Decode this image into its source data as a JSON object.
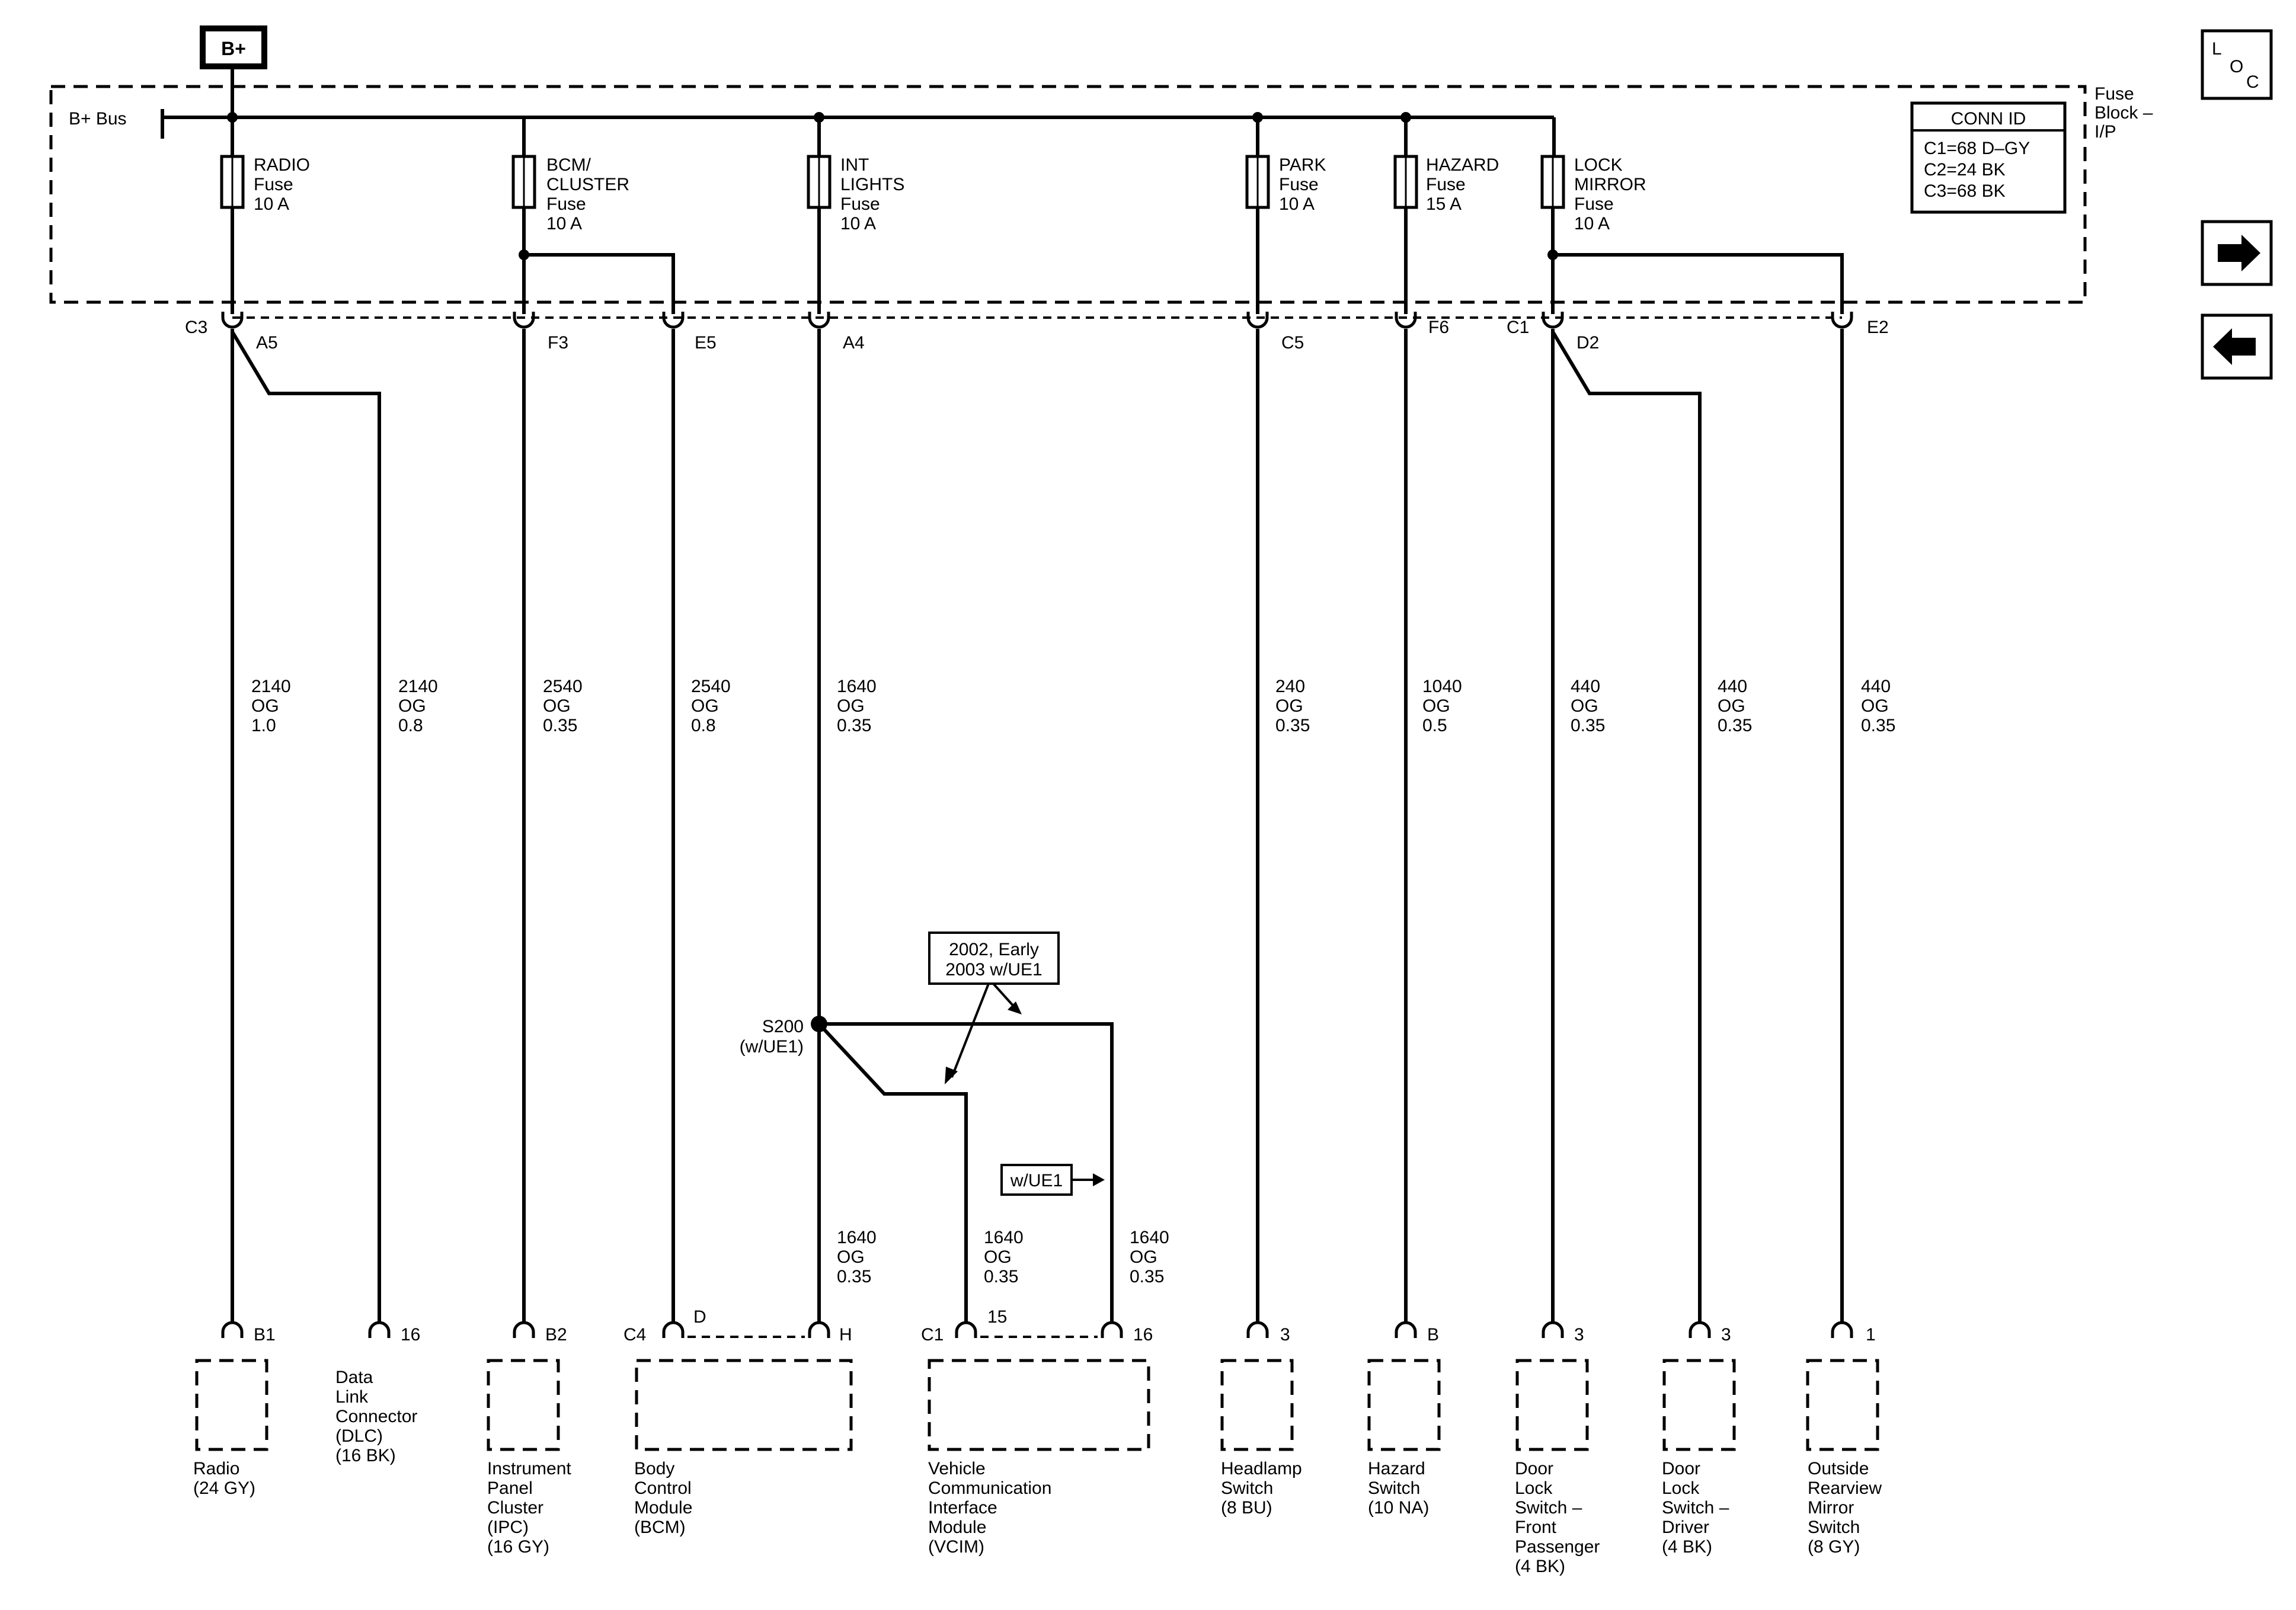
{
  "power": {
    "label": "B+",
    "bus_label": "B+ Bus"
  },
  "fuse_block": {
    "label_lines": [
      "Fuse",
      "Block –",
      "I/P"
    ]
  },
  "conn_id": {
    "title": "CONN ID",
    "lines": [
      "C1=68 D–GY",
      "C2=24 BK",
      "C3=68 BK"
    ]
  },
  "nav": {
    "loc": [
      "L",
      "O",
      "C"
    ]
  },
  "fuses": [
    {
      "name": [
        "RADIO",
        "Fuse",
        "10 A"
      ]
    },
    {
      "name": [
        "BCM/",
        "CLUSTER",
        "Fuse",
        "10 A"
      ]
    },
    {
      "name": [
        "INT",
        "LIGHTS",
        "Fuse",
        "10 A"
      ]
    },
    {
      "name": [
        "PARK",
        "Fuse",
        "10 A"
      ]
    },
    {
      "name": [
        "HAZARD",
        "Fuse",
        "15 A"
      ]
    },
    {
      "name": [
        "LOCK",
        "MIRROR",
        "Fuse",
        "10 A"
      ]
    }
  ],
  "top_pins": {
    "c3": "C3",
    "a5": "A5",
    "f3": "F3",
    "e5": "E5",
    "a4": "A4",
    "c5": "C5",
    "f6": "F6",
    "c1": "C1",
    "d2": "D2",
    "e2": "E2"
  },
  "wires": [
    {
      "circuit": [
        "2140",
        "OG",
        "1.0"
      ]
    },
    {
      "circuit": [
        "2140",
        "OG",
        "0.8"
      ]
    },
    {
      "circuit": [
        "2540",
        "OG",
        "0.35"
      ]
    },
    {
      "circuit": [
        "2540",
        "OG",
        "0.8"
      ]
    },
    {
      "circuit": [
        "1640",
        "OG",
        "0.35"
      ]
    },
    {
      "circuit": [
        "240",
        "OG",
        "0.35"
      ]
    },
    {
      "circuit": [
        "1040",
        "OG",
        "0.5"
      ]
    },
    {
      "circuit": [
        "440",
        "OG",
        "0.35"
      ]
    },
    {
      "circuit": [
        "440",
        "OG",
        "0.35"
      ]
    },
    {
      "circuit": [
        "440",
        "OG",
        "0.35"
      ]
    }
  ],
  "lower_wires": [
    {
      "circuit": [
        "1640",
        "OG",
        "0.35"
      ]
    },
    {
      "circuit": [
        "1640",
        "OG",
        "0.35"
      ]
    },
    {
      "circuit": [
        "1640",
        "OG",
        "0.35"
      ]
    }
  ],
  "splice": {
    "label": "S200",
    "sub": "(w/UE1)"
  },
  "option_note": {
    "lines": [
      "2002, Early",
      "2003 w/UE1"
    ]
  },
  "wue1": {
    "label": "w/UE1"
  },
  "bottom_pins": {
    "radio": "B1",
    "dlc": "16",
    "ipc": "B2",
    "bcm_c": "C4",
    "bcm_d": "D",
    "bcm_h": "H",
    "vcim_c": "C1",
    "vcim_15": "15",
    "vcim_16": "16",
    "headlamp": "3",
    "hazard": "B",
    "door_fp": "3",
    "door_d": "3",
    "mirror": "1"
  },
  "components": {
    "radio": [
      "Radio",
      "(24 GY)"
    ],
    "dlc": [
      "Data",
      "Link",
      "Connector",
      "(DLC)",
      "(16 BK)"
    ],
    "ipc": [
      "Instrument",
      "Panel",
      "Cluster",
      "(IPC)",
      "(16 GY)"
    ],
    "bcm": [
      "Body",
      "Control",
      "Module",
      "(BCM)"
    ],
    "vcim": [
      "Vehicle",
      "Communication",
      "Interface",
      "Module",
      "(VCIM)"
    ],
    "headlamp": [
      "Headlamp",
      "Switch",
      "(8 BU)"
    ],
    "hazard": [
      "Hazard",
      "Switch",
      "(10 NA)"
    ],
    "door_fp": [
      "Door",
      "Lock",
      "Switch –",
      "Front",
      "Passenger",
      "(4 BK)"
    ],
    "door_d": [
      "Door",
      "Lock",
      "Switch –",
      "Driver",
      "(4 BK)"
    ],
    "mirror": [
      "Outside",
      "Rearview",
      "Mirror",
      "Switch",
      "(8 GY)"
    ]
  }
}
